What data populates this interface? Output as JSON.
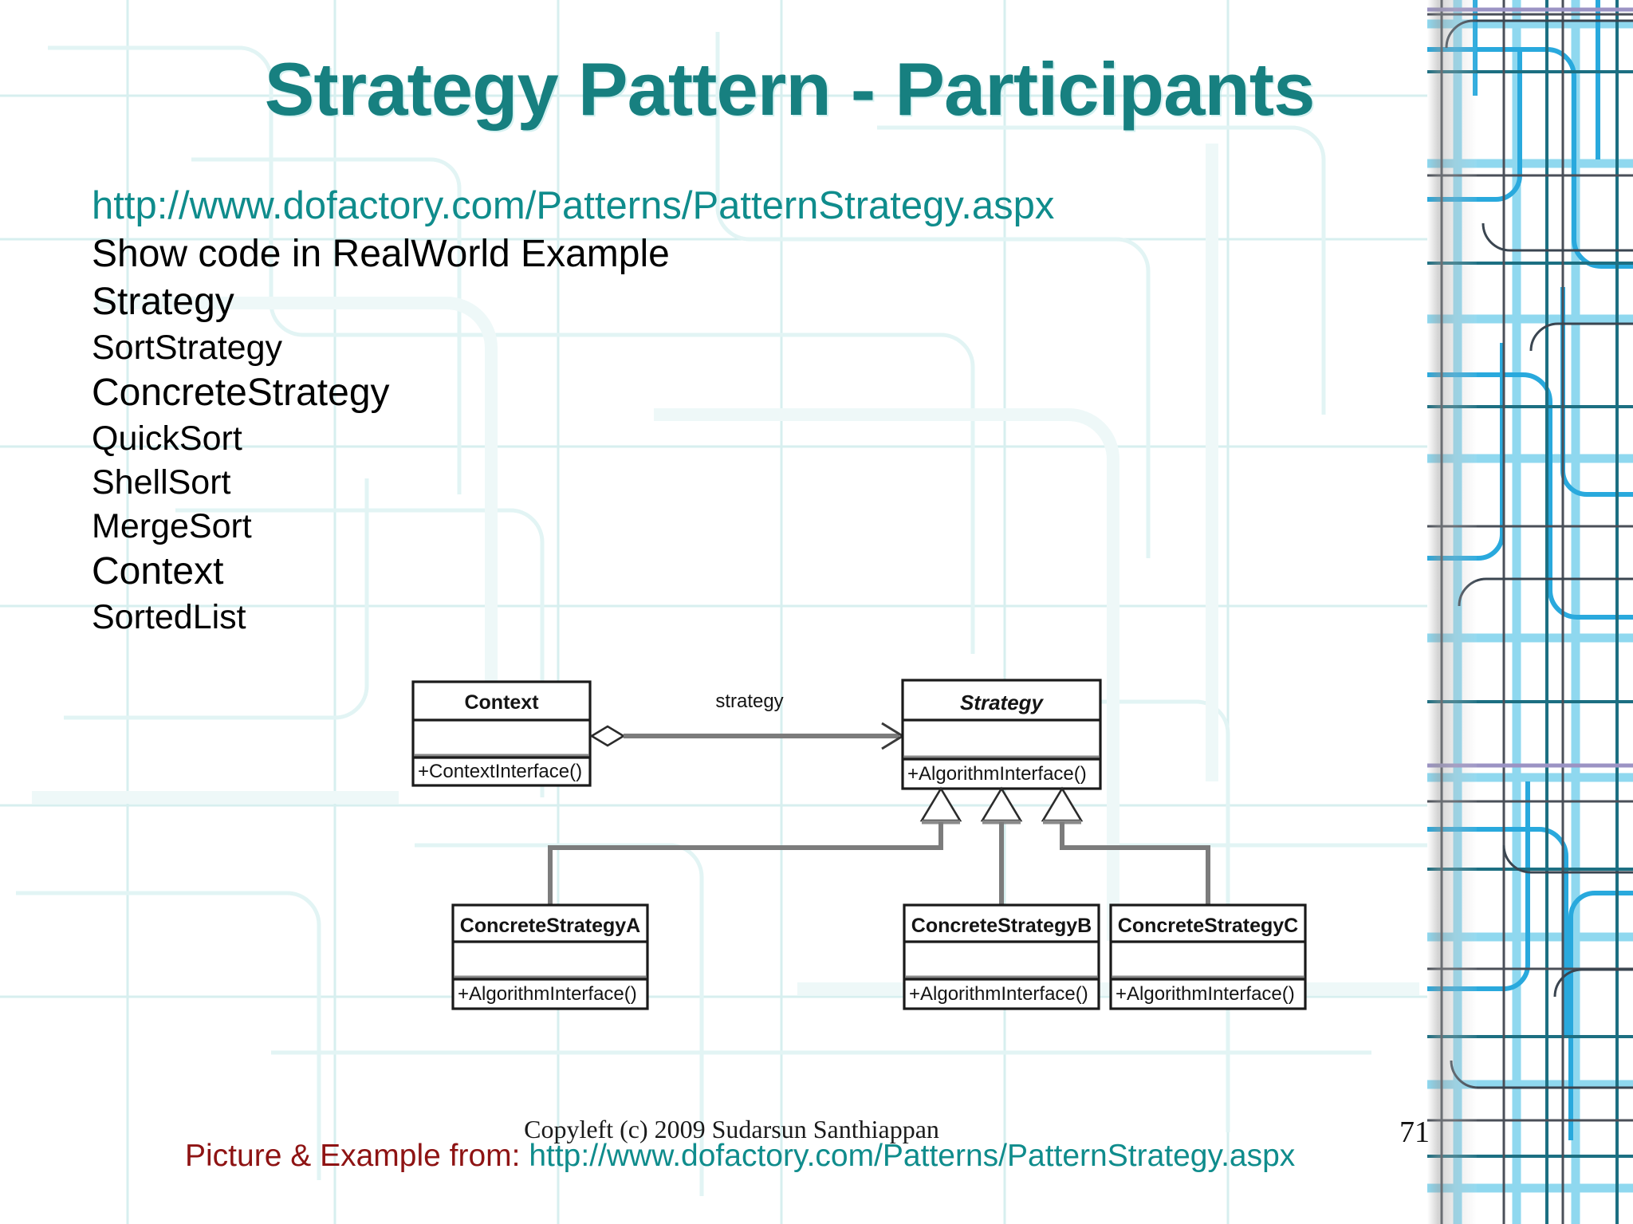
{
  "slide": {
    "title": "Strategy Pattern - Participants",
    "page_number": "71",
    "copyleft": "Copyleft (c) 2009 Sudarsun Santhiappan",
    "accent_color": "#178080",
    "body_text_color": "#000000",
    "credit_red_color": "#8e1313"
  },
  "content": {
    "source_url": "http://www.dofactory.com/Patterns/PatternStrategy.aspx",
    "heading": "Show code in RealWorld Example",
    "items": [
      {
        "label": "Strategy",
        "level": 1
      },
      {
        "label": "SortStrategy",
        "level": 2
      },
      {
        "label": "ConcreteStrategy",
        "level": 1
      },
      {
        "label": "QuickSort",
        "level": 2
      },
      {
        "label": "ShellSort",
        "level": 2
      },
      {
        "label": "MergeSort",
        "level": 2
      },
      {
        "label": "Context",
        "level": 1
      },
      {
        "label": "SortedList",
        "level": 2
      }
    ]
  },
  "diagram": {
    "type": "uml-class-diagram",
    "association_label": "strategy",
    "classes": [
      {
        "name": "Context",
        "abstract": false,
        "attributes": [],
        "operations": [
          "+ContextInterface()"
        ]
      },
      {
        "name": "Strategy",
        "abstract": true,
        "attributes": [],
        "operations": [
          "+AlgorithmInterface()"
        ]
      },
      {
        "name": "ConcreteStrategyA",
        "abstract": false,
        "attributes": [],
        "operations": [
          "+AlgorithmInterface()"
        ]
      },
      {
        "name": "ConcreteStrategyB",
        "abstract": false,
        "attributes": [],
        "operations": [
          "+AlgorithmInterface()"
        ]
      },
      {
        "name": "ConcreteStrategyC",
        "abstract": false,
        "attributes": [],
        "operations": [
          "+AlgorithmInterface()"
        ]
      }
    ]
  },
  "footer": {
    "credit_prefix": "Picture & Example from:",
    "credit_url": "http://www.dofactory.com/Patterns/PatternStrategy.aspx"
  }
}
